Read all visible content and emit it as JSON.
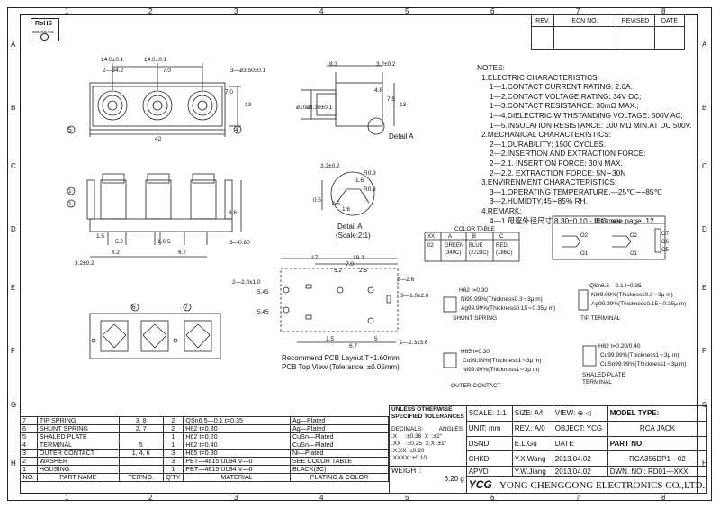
{
  "grid": {
    "cols": [
      "1",
      "2",
      "3",
      "4",
      "5",
      "6",
      "7",
      "8"
    ],
    "rows": [
      "A",
      "B",
      "C",
      "D",
      "E",
      "F",
      "G",
      "H"
    ]
  },
  "rohs": {
    "label": "RoHS",
    "sub": "2002/95/EC"
  },
  "revision": {
    "headers": [
      "REV.",
      "ECN NO.",
      "REVISED",
      "DATE"
    ]
  },
  "notes": {
    "title": "NOTES:",
    "lines": [
      "1.ELECTRIC CHARACTERISTICS:",
      "1—1.CONTACT CURRENT RATING: 2.0A.",
      "1—2.CONTACT VOLTAGE RATING: 34V DC;",
      "1—3.CONTACT RESISTANCE: 30mΩ MAX.;",
      "1—4.DIELECTRIC WITHSTANDING VOLTAGE: 500V AC;",
      "1—5.INSULATION RESISTANCE: 100 MΩ MIN.AT DC 500V.",
      "2.MECHANICAL CHARACTERISTICS:",
      "2—1.DURABILITY: 1500 CYCLES.",
      "2—2.INSERTION AND EXTRACTION FORCE:",
      "2—2.1. INSERTION FORCE:      30N MAX.",
      "2—2.2. EXTRACTION FORCE: 5N∼30N",
      "3.ENVIRENMENT CHARACTERISTICS:",
      "3—1.OPERATING TEMPERATURE.—25℃∼+85℃",
      "3—2.HUMIDTY:45∼85% RH.",
      "4.REMARK:",
      "4—1.母座外径尺寸 8.30±0.10 - IEC. see page. 12."
    ]
  },
  "color_table": {
    "title": "COLOR TABLE",
    "headers": [
      "XX",
      "A",
      "B",
      "C"
    ],
    "row": [
      "02",
      "GREEN\n(349C)",
      "BLUE\n(2728C)",
      "RED\n(186C)"
    ]
  },
  "schematic": {
    "title": "Schematic",
    "labels": [
      "O2",
      "O1",
      "O2",
      "O1",
      "O7",
      "O6",
      "O5"
    ]
  },
  "detail": {
    "label": "Detail A",
    "scale": "(Scale:2:1)",
    "callout": "Detail A"
  },
  "pcb": {
    "line1": "Recommend PCB Layout T=1.60mm",
    "line2": "PCB Top View (Tolerance: ±0.05mm)"
  },
  "dims": {
    "top": [
      "14.0±0.1",
      "14.0±0.1",
      "2—ø4.2",
      "7.0",
      "3—ø3.50±0.1",
      "42",
      "7.0",
      "13"
    ],
    "side": [
      "8.3",
      "3.2±0.2",
      "ø10.2",
      "ø8.30±0.1",
      "4.8",
      "7.5",
      "13"
    ],
    "front": [
      "5.2",
      "8.2",
      "1.6",
      "5",
      "6.7",
      "3—0.80",
      "1.5",
      "8.6",
      "3.2±0.2"
    ],
    "pcb": [
      "17",
      "19.2",
      "7.0",
      "5.2",
      "2.5",
      "2—2.6",
      "2—2.0x1.0",
      "5.45",
      "5.45",
      "3—1.0x2.0",
      "1.5",
      "6.7",
      "2—2.3x3.6",
      "5"
    ],
    "detail": [
      "3.2±0.2",
      "R0.3",
      "1.6",
      "0.5",
      "1.6",
      "0.5",
      "R0.3"
    ]
  },
  "parts_callouts": {
    "shunt_spring": {
      "t": "H62  t=0.30",
      "a": "Ni99.99%(Thickness0.3∼3μ m)",
      "b": "Ag99.99%(Thickness0.15∼0.35μ m)",
      "name": "SHUNT SPRING"
    },
    "tip_terminal": {
      "t": "QSn6.5—0.1  t=0.35",
      "a": "Ni99.99%(Thickness0.3∼3μ m)",
      "b": "Ag99.99%(Thickness0.15∼0.35μ m)",
      "name": "TIP TERMINAL"
    },
    "outer_contact": {
      "t": "H65  t=0.30",
      "a": "Cu99.99%(Thickness1∼3μ m)",
      "b": "Ni99.99%(Thickness1∼3μ m)",
      "name": "OUTER CONTACT"
    },
    "shaled_plate": {
      "t": "H62  t=0.20/0.40",
      "a": "Cu99.99%(Thickness1∼3μ m)",
      "b": "CuSn99.99%(Thickness1∼3μ m)",
      "name": "SHALED PLATE\nTERMINAL"
    }
  },
  "bom": {
    "rows": [
      [
        "7",
        "TIP SPRING",
        "3, 8",
        "2",
        "QSn6.5—0.1  t=0.35",
        "Ag—Plated"
      ],
      [
        "6",
        "SHUNT SPRING",
        "2, 7",
        "2",
        "H62   t=0.30",
        "Ag—Plated"
      ],
      [
        "5",
        "SHALED PLATE",
        "",
        "1",
        "H62   t=0.20",
        "CuSn—Plated"
      ],
      [
        "4",
        "TERMINAL",
        "5",
        "1",
        "H62   t=0.40",
        "CuSn—Plated"
      ],
      [
        "3",
        "OUTER CONTACT",
        "1, 4, 6",
        "3",
        "H65   t=0.30",
        "Ni—Plated"
      ],
      [
        "2",
        "WASHER",
        "",
        "3",
        "PBT—4815 UL94 V—0",
        "SEE COLOR TABLE"
      ],
      [
        "1",
        "HOUSING",
        "",
        "1",
        "PBT—4815 UL94 V—0",
        "BLACK(3C)"
      ]
    ],
    "header": [
      "NO.",
      "PART NAME",
      "TER'NO.",
      "Q'TY",
      "MATERIAL",
      "PLATING & COLOR"
    ]
  },
  "title_block": {
    "tol_title": "UNLESS OTHERWISE\nSPECIFIED TOLERANCES",
    "decimals": "DECIMALS:",
    "angles": "ANGLES:",
    "tol_rows": [
      ".X     :±0.38  X  :±2°",
      ".XX   :±0.25  X.X :±1°",
      ".X.XX :±0.20",
      ".XXXX :±0.10"
    ],
    "scale": "SCALE: 1:1",
    "size": "SIZE: A4",
    "view": "VIEW:",
    "model_type": "MODEL TYPE:",
    "model": "RCA JACK",
    "unit": "UNIT: mm",
    "rev": "REV.: A/0",
    "object": "OBJECT: YCG",
    "part_no_label": "PART NO:",
    "part_no": "RCA356DP1—02",
    "dsnd": "DSND",
    "dsnd_name": "E.L.Gu",
    "chkd": "CHKD",
    "chkd_name": "Y.X.Wang",
    "apvd": "APVD",
    "apvd_name": "Y.W.Jiang",
    "date_label": "DATE",
    "date": "2013.04.02",
    "dwn_no": "DWN. NO.: RD01—XXX",
    "weight": "WEIGHT:",
    "weight_val": "6.20  g",
    "logo": "YCG",
    "company": "YONG CHENGGONG ELECTRONICS CO.,LTD."
  }
}
